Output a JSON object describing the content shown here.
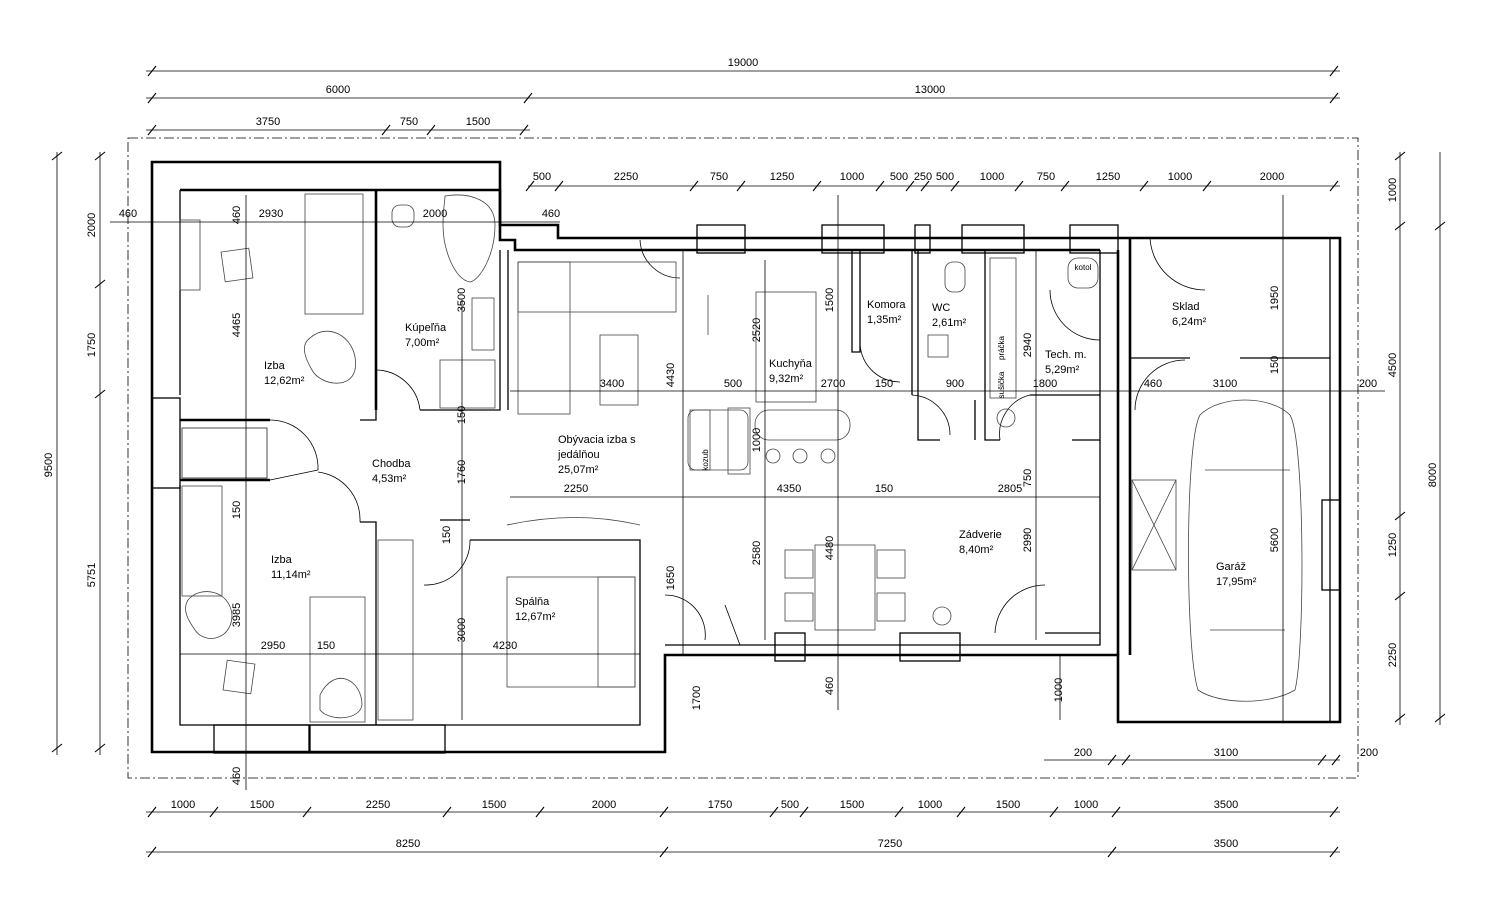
{
  "plan": {
    "rooms": {
      "izba1": {
        "name": "Izba",
        "area": "12,62m²"
      },
      "kupelna": {
        "name": "Kúpeľňa",
        "area": "7,00m²"
      },
      "obyvacia": {
        "name1": "Obývacia izba s",
        "name2": "jedálňou",
        "area": "25,07m²"
      },
      "kuchyna": {
        "name": "Kuchyňa",
        "area": "9,32m²"
      },
      "komora": {
        "name": "Komora",
        "area": "1,35m²"
      },
      "wc": {
        "name": "WC",
        "area": "2,61m²"
      },
      "tech": {
        "name": "Tech. m.",
        "area": "5,29m²"
      },
      "sklad": {
        "name": "Sklad",
        "area": "6,24m²"
      },
      "chodba": {
        "name": "Chodba",
        "area": "4,53m²"
      },
      "izba2": {
        "name": "Izba",
        "area": "11,14m²"
      },
      "spalna": {
        "name": "Spálňa",
        "area": "12,67m²"
      },
      "zadverie": {
        "name": "Zádverie",
        "area": "8,40m²"
      },
      "garaz": {
        "name": "Garáž",
        "area": "17,95m²"
      }
    },
    "fixtures": {
      "kozub": "kozub",
      "kotol": "kotol",
      "pracka": "práčka",
      "susicka": "sušička"
    },
    "dims": {
      "top_total": "19000",
      "top_a": "6000",
      "top_b": "13000",
      "top_c1": "3750",
      "top_c2": "750",
      "top_c3": "1500",
      "top_d": [
        "500",
        "2250",
        "750",
        "1250",
        "1000",
        "500",
        "250",
        "500",
        "1000",
        "750",
        "1250",
        "1000",
        "2000"
      ],
      "bot_a": [
        "1000",
        "1500",
        "2250",
        "1500",
        "2000",
        "1750",
        "500",
        "1500",
        "1000",
        "1500",
        "1000",
        "3500"
      ],
      "bot_b": [
        "8250",
        "7250",
        "3500"
      ],
      "left_total": "9500",
      "left_a": [
        "2000",
        "1750"
      ],
      "left_b": "5751",
      "right_total": "8000",
      "right_a": [
        "1000",
        "4500"
      ],
      "right_b": [
        "1250",
        "2250"
      ],
      "garage_bottom": [
        "200",
        "3100",
        "200"
      ],
      "inner": {
        "d460a": "460",
        "d2930": "2930",
        "d460b": "460",
        "d2000": "2000",
        "d460c": "460",
        "d4465": "4465",
        "d3500": "3500",
        "d150a": "150",
        "d3400": "3400",
        "d4430": "4430",
        "d500": "500",
        "d2520": "2520",
        "d1500": "1500",
        "d2700": "2700",
        "d150b": "150",
        "d900": "900",
        "d1800": "1800",
        "d2940": "2940",
        "d460d": "460",
        "d3100": "3100",
        "d150c": "150",
        "d1950": "1950",
        "d200": "200",
        "d1000a": "1000",
        "d1760": "1760",
        "d2250": "2250",
        "d4350": "4350",
        "d150d": "150",
        "d2805": "2805",
        "d750": "750",
        "d150e": "150",
        "d2990": "2990",
        "d5600": "5600",
        "d4480": "4480",
        "d2580": "2580",
        "d1650": "1650",
        "d150f": "150",
        "d3000": "3000",
        "d4230": "4230",
        "d3985": "3985",
        "d2950": "2950",
        "d150g": "150",
        "d1700": "1700",
        "d460e": "460",
        "d1000b": "1000",
        "d460f": "460"
      }
    }
  }
}
